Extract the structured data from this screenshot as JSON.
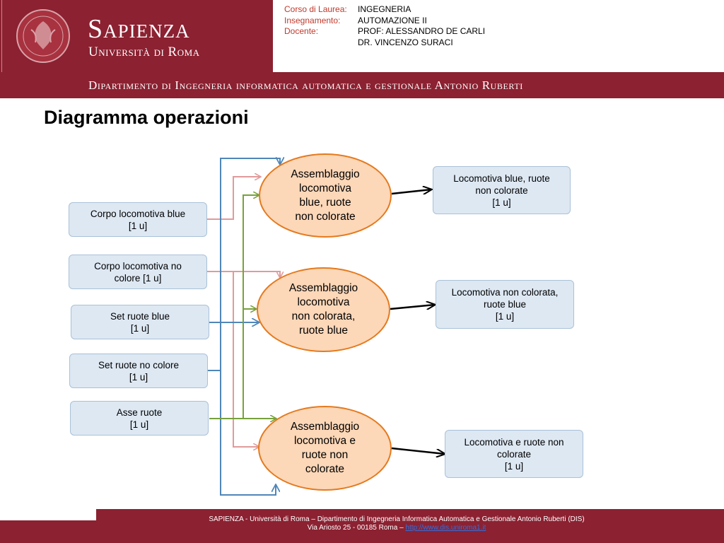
{
  "header": {
    "brand_name": "Sapienza",
    "brand_sub": "Università di Roma",
    "course": [
      {
        "label": "Corso di Laurea:",
        "value": "INGEGNERIA"
      },
      {
        "label": "Insegnamento:",
        "value": "AUTOMAZIONE II"
      },
      {
        "label": "Docente:",
        "value": "PROF: ALESSANDRO DE CARLI"
      },
      {
        "label": "",
        "value": "DR. VINCENZO SURACI"
      }
    ],
    "department": "Dipartimento di Ingegneria informatica automatica e gestionale Antonio Ruberti"
  },
  "title": "Diagramma operazioni",
  "inputs": [
    {
      "text": "Corpo locomotiva blue\n[1 u]"
    },
    {
      "text": "Corpo locomotiva no\ncolore [1 u]"
    },
    {
      "text": "Set ruote blue\n[1 u]"
    },
    {
      "text": "Set ruote no colore\n[1 u]"
    },
    {
      "text": "Asse ruote\n[1 u]"
    }
  ],
  "operations": [
    {
      "text": "Assemblaggio\nlocomotiva\nblue, ruote\nnon colorate"
    },
    {
      "text": "Assemblaggio\nlocomotiva\nnon colorata,\nruote blue"
    },
    {
      "text": "Assemblaggio\nlocomotiva e\nruote non\ncolorate"
    }
  ],
  "outputs": [
    {
      "text": "Locomotiva blue, ruote\nnon colorate\n[1 u]"
    },
    {
      "text": "Locomotiva non colorata,\nruote blue\n[1 u]"
    },
    {
      "text": "Locomotiva e ruote non\ncolorate\n[1 u]"
    }
  ],
  "colors": {
    "brand": "#8b2131",
    "pink_line": "#e09b9b",
    "blue_line": "#4f86b8",
    "green_line": "#77a13c",
    "arrow_black": "#000000"
  },
  "footer": {
    "line1": "SAPIENZA - Università di Roma – Dipartimento di Ingegneria Informatica Automatica e Gestionale Antonio Ruberti (DIS)",
    "line2_prefix": "Via Ariosto 25 - 00185 Roma – ",
    "link": "http://www.dis.uniroma1.it"
  }
}
